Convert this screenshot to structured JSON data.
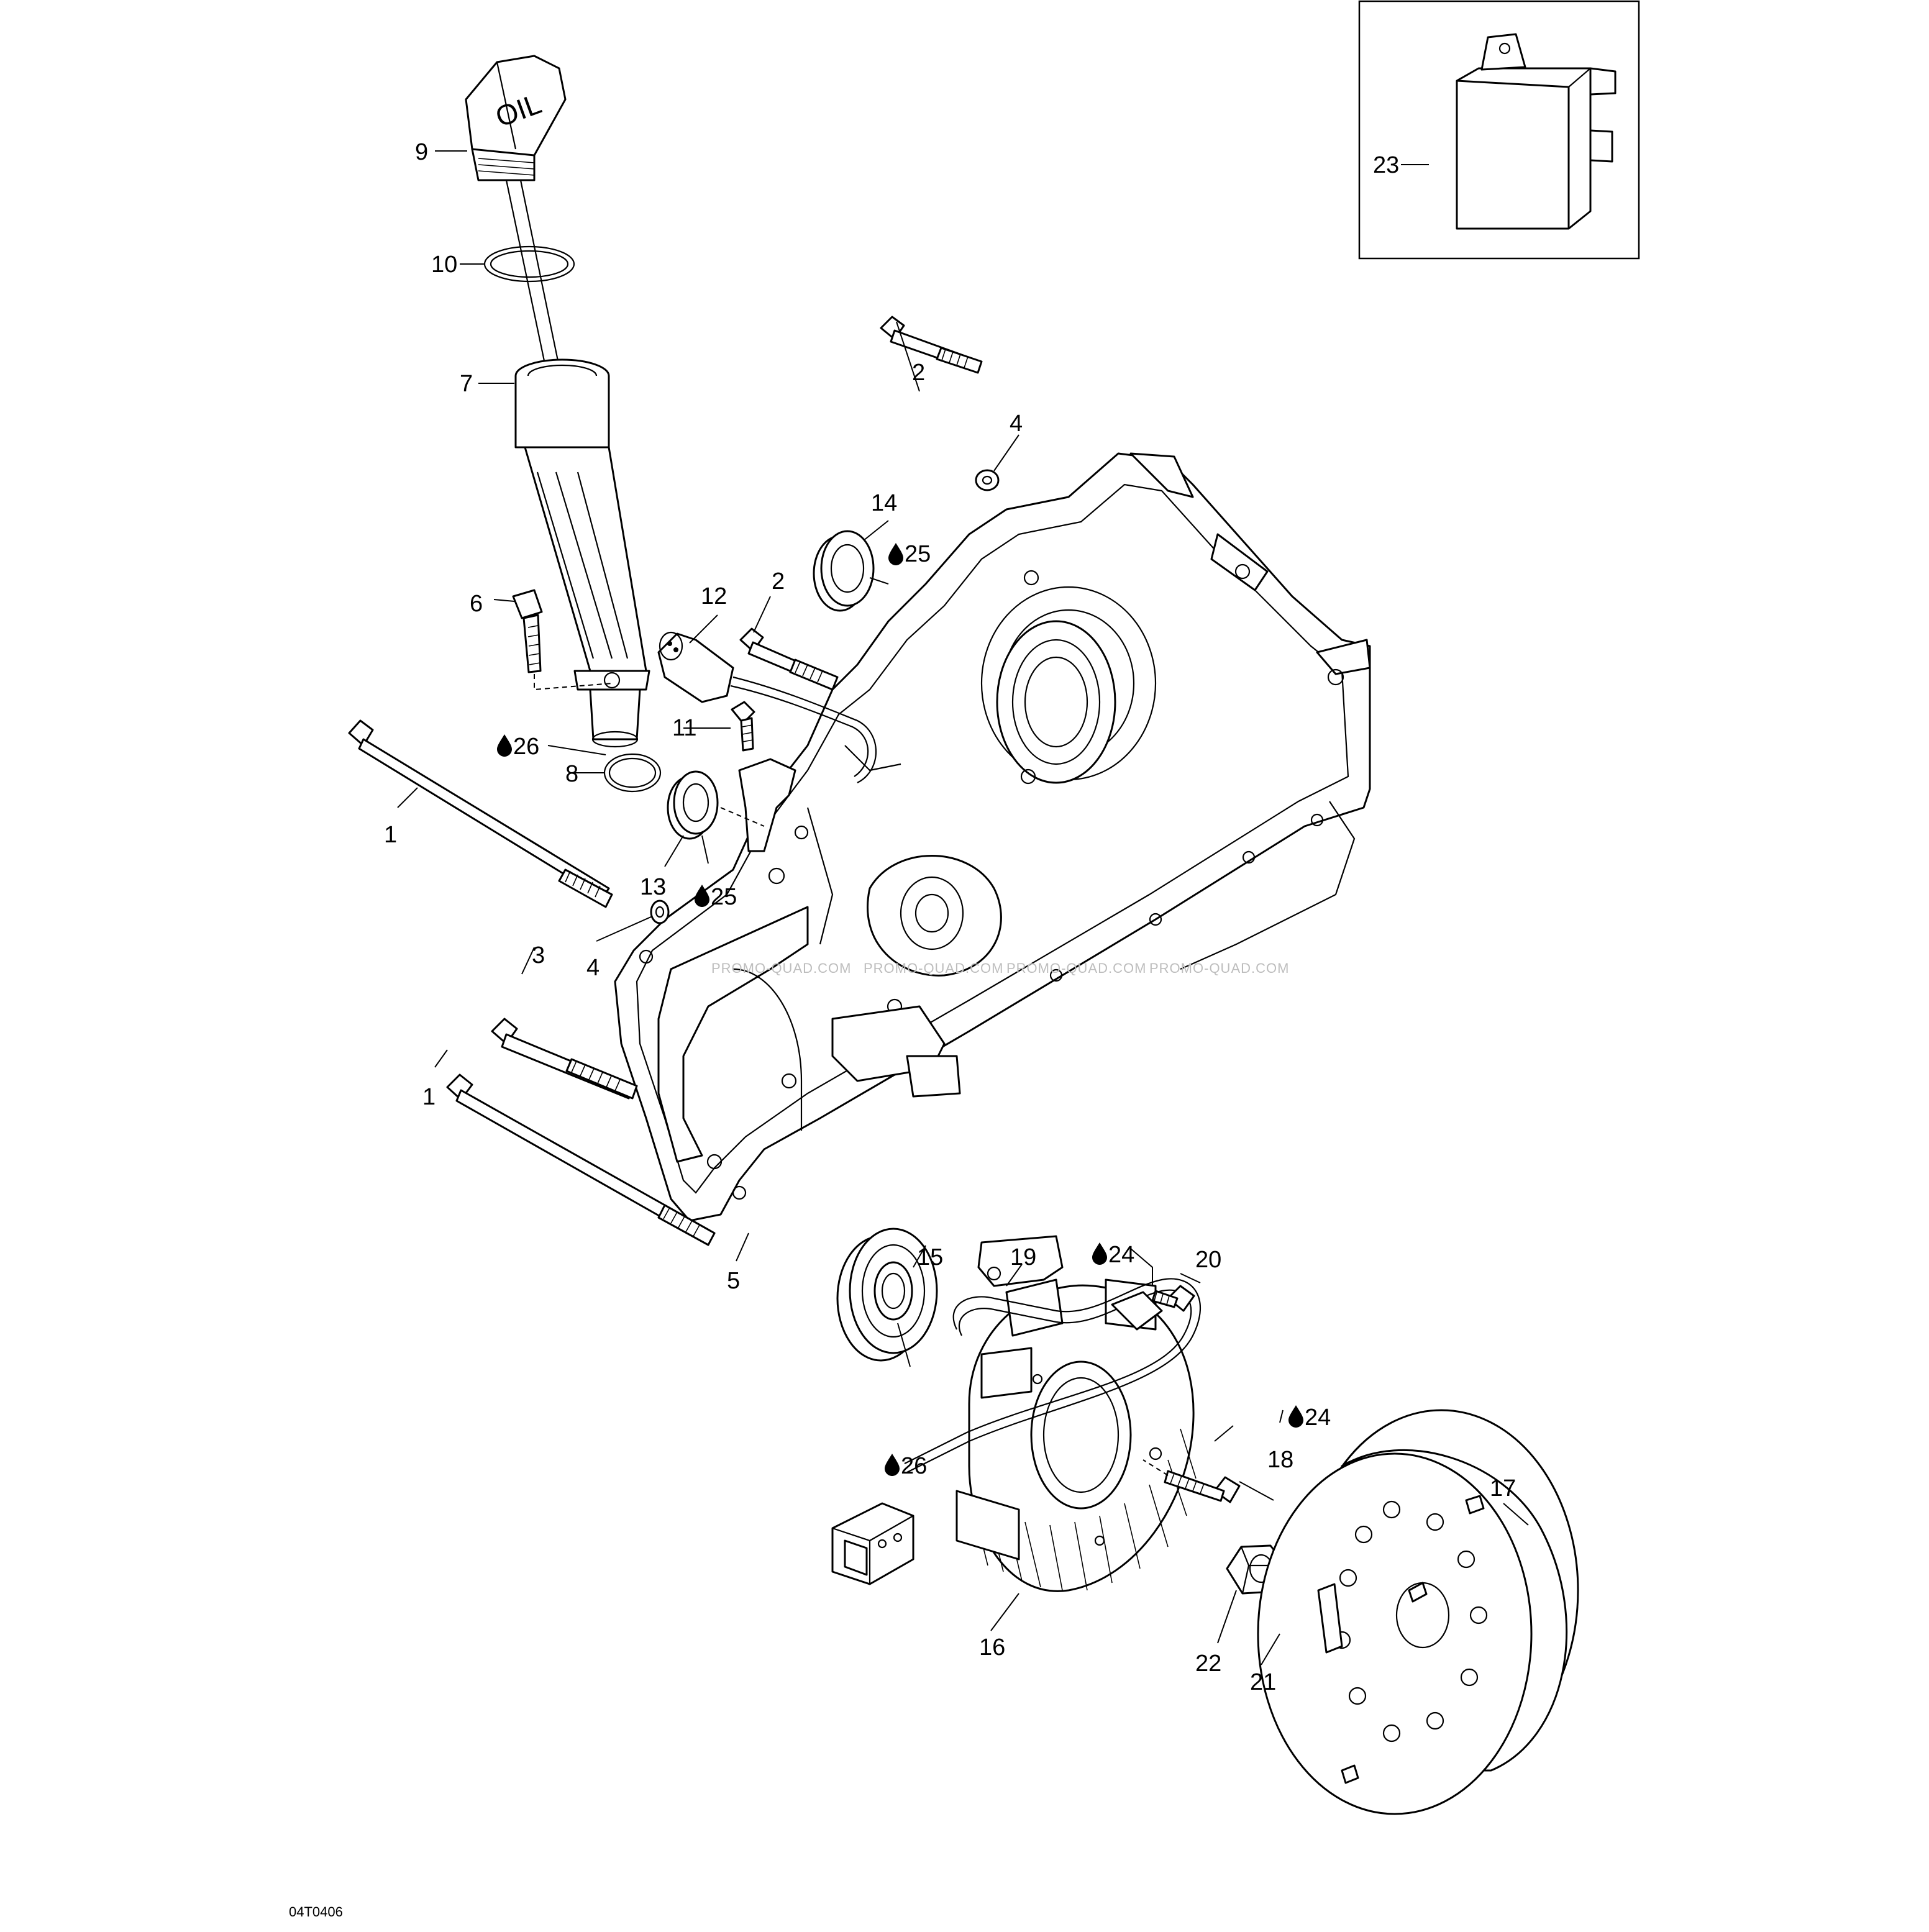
{
  "document": {
    "reference_code": "04T0406",
    "watermark": "PROMO-QUAD.COM"
  },
  "callouts": {
    "c1a": "1",
    "c1b": "1",
    "c2a": "2",
    "c2b": "2",
    "c3": "3",
    "c4a": "4",
    "c4b": "4",
    "c5": "5",
    "c6": "6",
    "c7": "7",
    "c8": "8",
    "c9": "9",
    "c10": "10",
    "c11": "11",
    "c12": "12",
    "c13": "13",
    "c14": "14",
    "c15": "15",
    "c16": "16",
    "c17": "17",
    "c18": "18",
    "c19": "19",
    "c20": "20",
    "c21": "21",
    "c22": "22",
    "c23": "23",
    "c24a": "24",
    "c24b": "24",
    "c25a": "25",
    "c25b": "25",
    "c26a": "26",
    "c26b": "26"
  },
  "icons": {
    "lubricant": "oil-drop-icon"
  }
}
